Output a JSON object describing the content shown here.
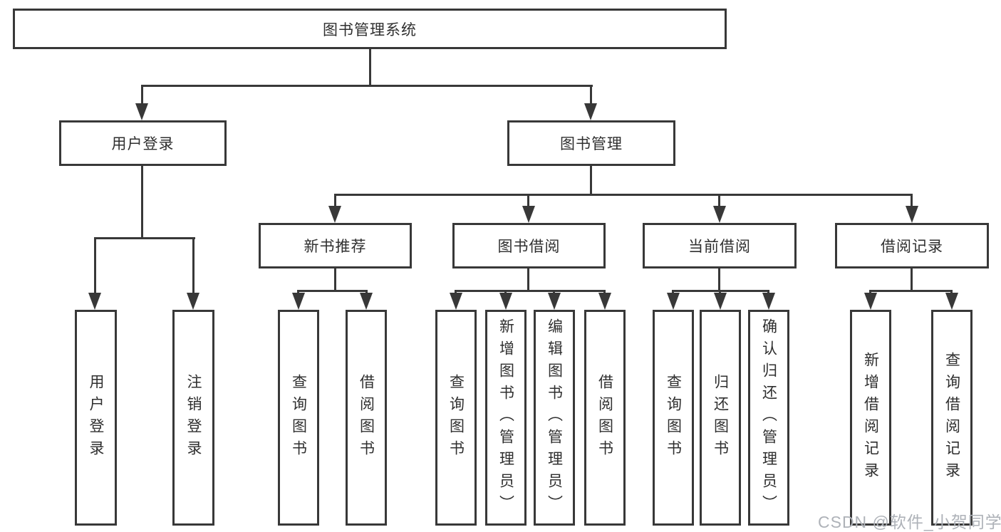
{
  "diagram": {
    "title": "图书管理系统",
    "level2": {
      "user_login": {
        "label": "用户登录"
      },
      "book_mgmt": {
        "label": "图书管理"
      }
    },
    "level3": {
      "new_book": {
        "label": "新书推荐"
      },
      "book_borrow": {
        "label": "图书借阅"
      },
      "current_borrow": {
        "label": "当前借阅"
      },
      "borrow_record": {
        "label": "借阅记录"
      }
    },
    "leaves": {
      "user_login_1": "用户登录",
      "user_login_2": "注销登录",
      "new_book_1": "查询图书",
      "new_book_2": "借阅图书",
      "book_borrow_1": "查询图书",
      "book_borrow_2": "新增图书（管理员）",
      "book_borrow_3": "编辑图书（管理员）",
      "book_borrow_4": "借阅图书",
      "current_borrow_1": "查询图书",
      "current_borrow_2": "归还图书",
      "current_borrow_3": "确认归还（管理员）",
      "borrow_record_1": "新增借阅记录",
      "borrow_record_2": "查询借阅记录"
    },
    "colors": {
      "line": "#383838",
      "text": "#2f2f2f",
      "background": "#ffffff",
      "watermark": "#aeb2b8"
    }
  },
  "watermark": {
    "text": "CSDN @软件_小贺同学"
  }
}
